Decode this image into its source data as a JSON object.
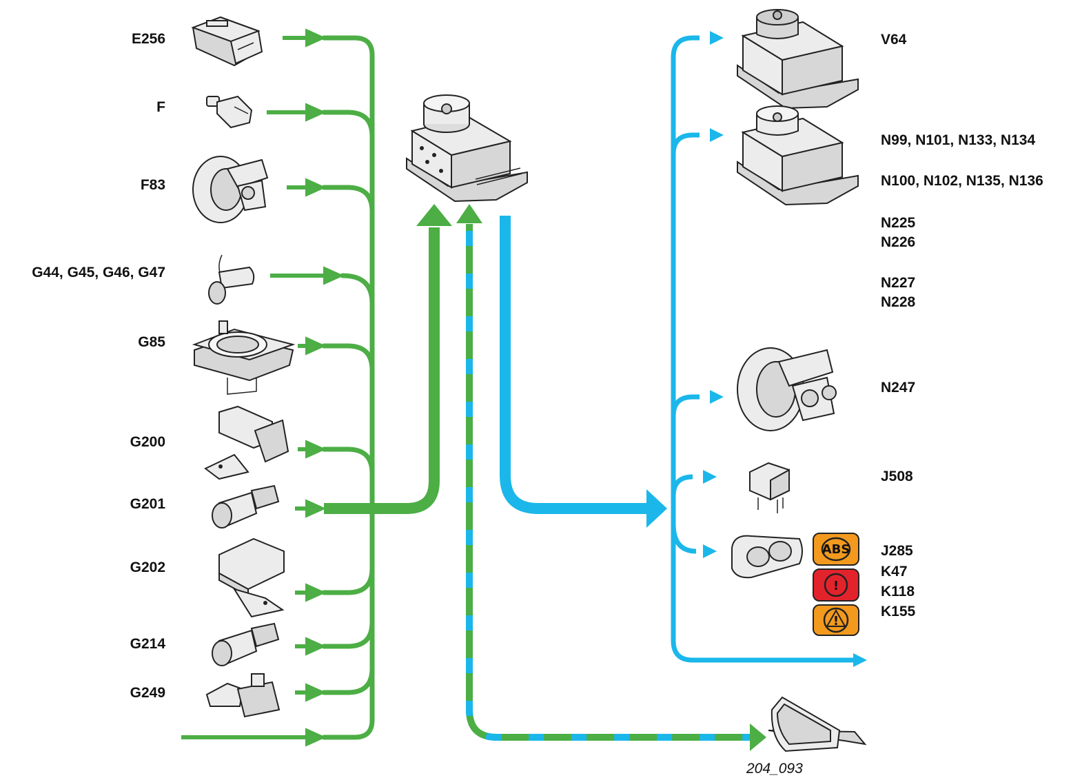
{
  "inputs": [
    {
      "id": "E256",
      "label": "E256",
      "icon": "button-switch-icon"
    },
    {
      "id": "F",
      "label": "F",
      "icon": "brake-light-switch-icon"
    },
    {
      "id": "F83",
      "label": "F83",
      "icon": "brake-booster-icon"
    },
    {
      "id": "G44",
      "label": "G44, G45, G46, G47",
      "icon": "wheel-speed-sensor-icon"
    },
    {
      "id": "G85",
      "label": "G85",
      "icon": "steering-angle-sender-icon"
    },
    {
      "id": "G200",
      "label": "G200",
      "icon": "lateral-accel-sender-icon"
    },
    {
      "id": "G201",
      "label": "G201",
      "icon": "pressure-sender-icon"
    },
    {
      "id": "G202",
      "label": "G202",
      "icon": "yaw-rate-sender-icon"
    },
    {
      "id": "G214",
      "label": "G214",
      "icon": "pressure-sender-icon"
    },
    {
      "id": "G249",
      "label": "G249",
      "icon": "accel-sender-icon"
    }
  ],
  "outputs": {
    "V64": "V64",
    "N_valves_1": "N99, N101, N133, N134",
    "N_valves_2": "N100, N102, N135, N136",
    "N225": "N225",
    "N226": "N226",
    "N227": "N227",
    "N228": "N228",
    "N247": "N247",
    "J508": "J508",
    "J285": "J285",
    "K47": "K47",
    "K118": "K118",
    "K155": "K155"
  },
  "warning_lamps": [
    {
      "symbol": "ABS",
      "color": "#f39a1e",
      "icon": "abs-warning-icon"
    },
    {
      "symbol": "!",
      "color": "#e3232c",
      "icon": "brake-warning-icon"
    },
    {
      "symbol": "!",
      "color": "#f39a1e",
      "icon": "esp-warning-icon"
    }
  ],
  "figure_ref": "204_093",
  "colors": {
    "input_line": "#4cae45",
    "output_line": "#1bb7ea",
    "lamp_orange": "#f39a1e",
    "lamp_red": "#e3232c"
  }
}
